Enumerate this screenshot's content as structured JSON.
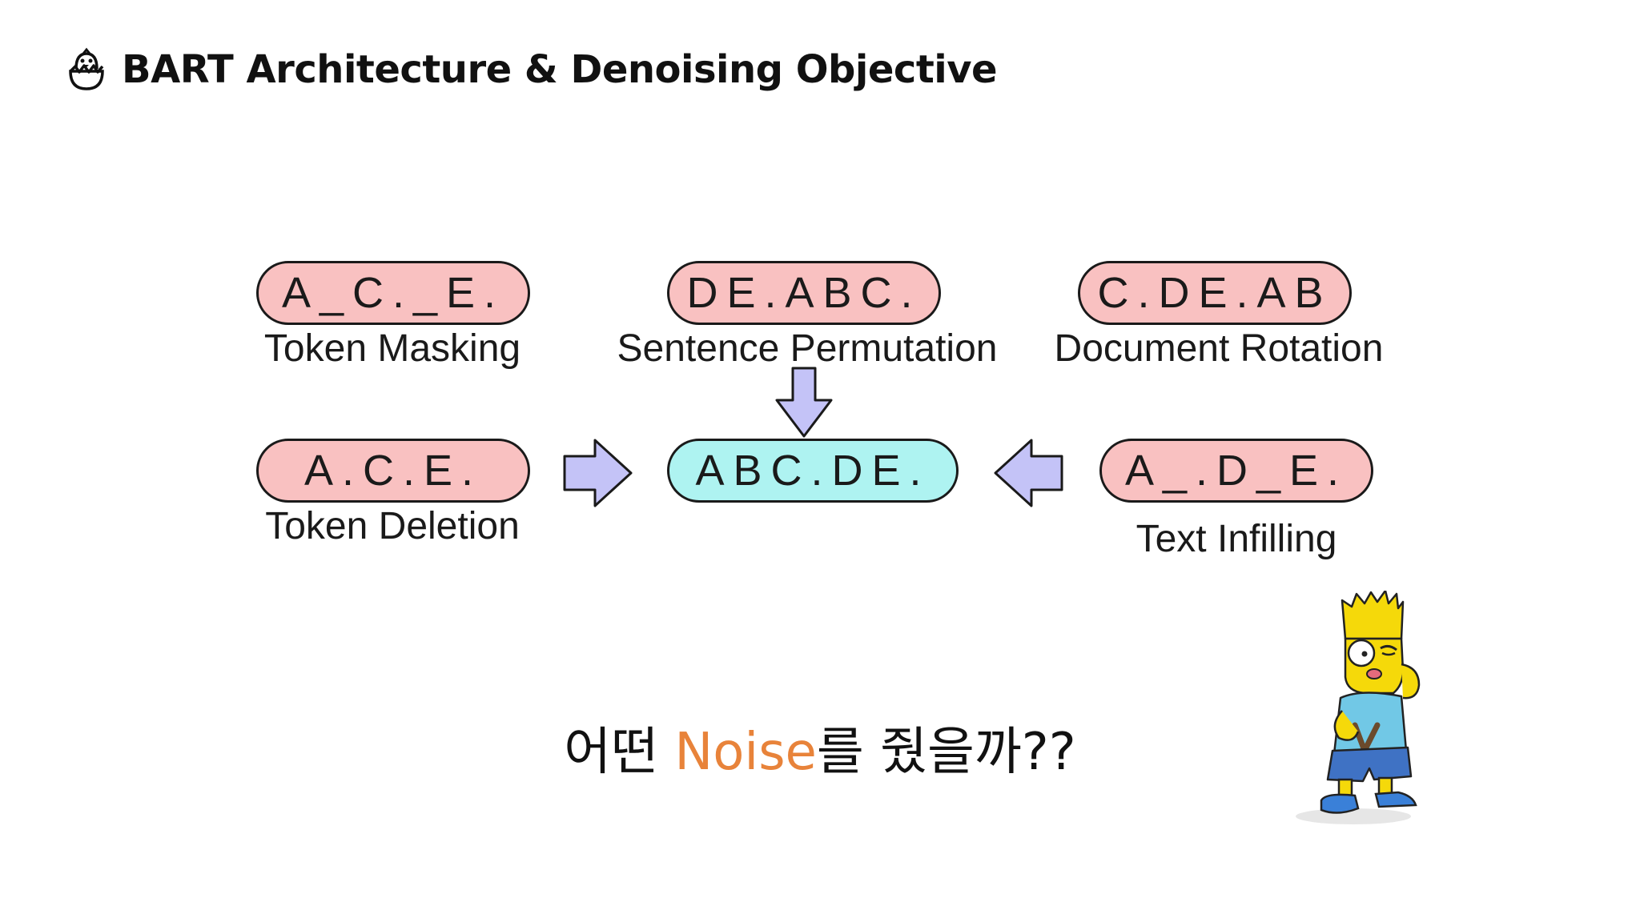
{
  "header": {
    "title": "BART Architecture & Denoising Objective",
    "icon": "hatching-chick-icon"
  },
  "diagram": {
    "nodes": {
      "token_masking": {
        "text": "A_C._E.",
        "label": "Token Masking"
      },
      "sentence_permutation": {
        "text": "DE.ABC.",
        "label": "Sentence Permutation"
      },
      "document_rotation": {
        "text": "C.DE.AB",
        "label": "Document Rotation"
      },
      "token_deletion": {
        "text": "A.C.E.",
        "label": "Token Deletion"
      },
      "original": {
        "text": "ABC.DE."
      },
      "text_infilling": {
        "text": "A_.D_E.",
        "label": "Text Infilling"
      }
    },
    "colors": {
      "noise_fill": "#f9c1c1",
      "original_fill": "#aef3f1",
      "arrow_fill": "#c4c3f7"
    }
  },
  "subtitle": {
    "before": "어떤 ",
    "highlight": "Noise",
    "after": "를 줬을까??",
    "highlight_color": "#e8833a"
  },
  "illustration": {
    "icon": "cartoon-boy-slingshot-icon"
  }
}
